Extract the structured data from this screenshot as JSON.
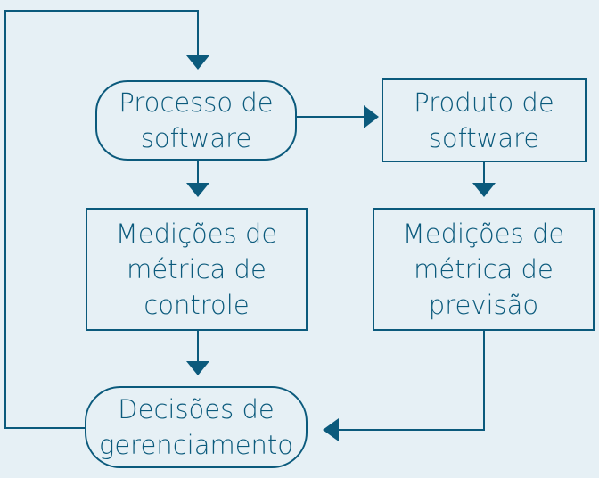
{
  "colors": {
    "background": "#e6f0f5",
    "stroke": "#0b5a7c",
    "text": "#0b5a7c"
  },
  "nodes": {
    "processo": {
      "label": "Processo de\nsoftware",
      "shape": "rounded"
    },
    "produto": {
      "label": "Produto de\nsoftware",
      "shape": "rectangle"
    },
    "medicoes_controle": {
      "label": "Medições de\nmétrica de\ncontrole",
      "shape": "rectangle"
    },
    "medicoes_previsao": {
      "label": "Medições de\nmétrica de\nprevisão",
      "shape": "rectangle"
    },
    "decisoes": {
      "label": "Decisões de\ngerenciamento",
      "shape": "rounded"
    }
  },
  "edges": [
    {
      "from": "decisoes",
      "to": "processo"
    },
    {
      "from": "processo",
      "to": "produto"
    },
    {
      "from": "processo",
      "to": "medicoes_controle"
    },
    {
      "from": "produto",
      "to": "medicoes_previsao"
    },
    {
      "from": "medicoes_controle",
      "to": "decisoes"
    },
    {
      "from": "medicoes_previsao",
      "to": "decisoes"
    }
  ]
}
